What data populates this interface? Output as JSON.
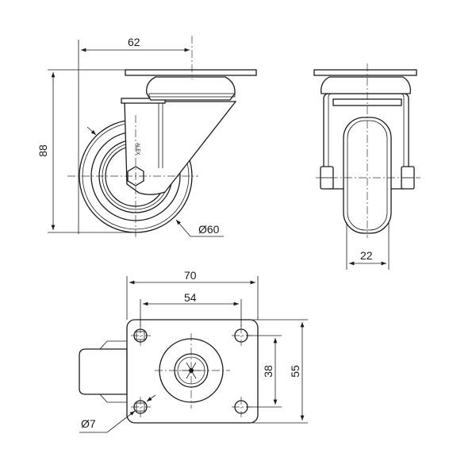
{
  "title": "Swivel caster technical drawing",
  "dimensions": {
    "side_width": "62",
    "side_height": "88",
    "wheel_diameter": "Ø60",
    "wheel_width": "22",
    "plate_length": "70",
    "hole_spacing_length": "54",
    "hole_spacing_width": "38",
    "plate_width": "55",
    "hole_diameter": "Ø7"
  },
  "colors": {
    "line": "#1a1a1a",
    "background": "#ffffff"
  }
}
